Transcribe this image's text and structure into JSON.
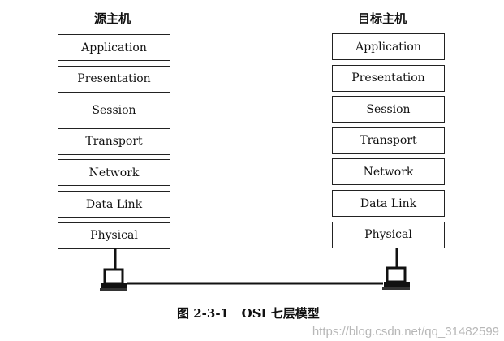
{
  "source_host": {
    "title": "源主机"
  },
  "target_host": {
    "title": "目标主机"
  },
  "layers": [
    "Application",
    "Presentation",
    "Session",
    "Transport",
    "Network",
    "Data Link",
    "Physical"
  ],
  "caption": "图 2-3-1   OSI 七层模型",
  "watermark": "https://blog.csdn.net/qq_31482599"
}
